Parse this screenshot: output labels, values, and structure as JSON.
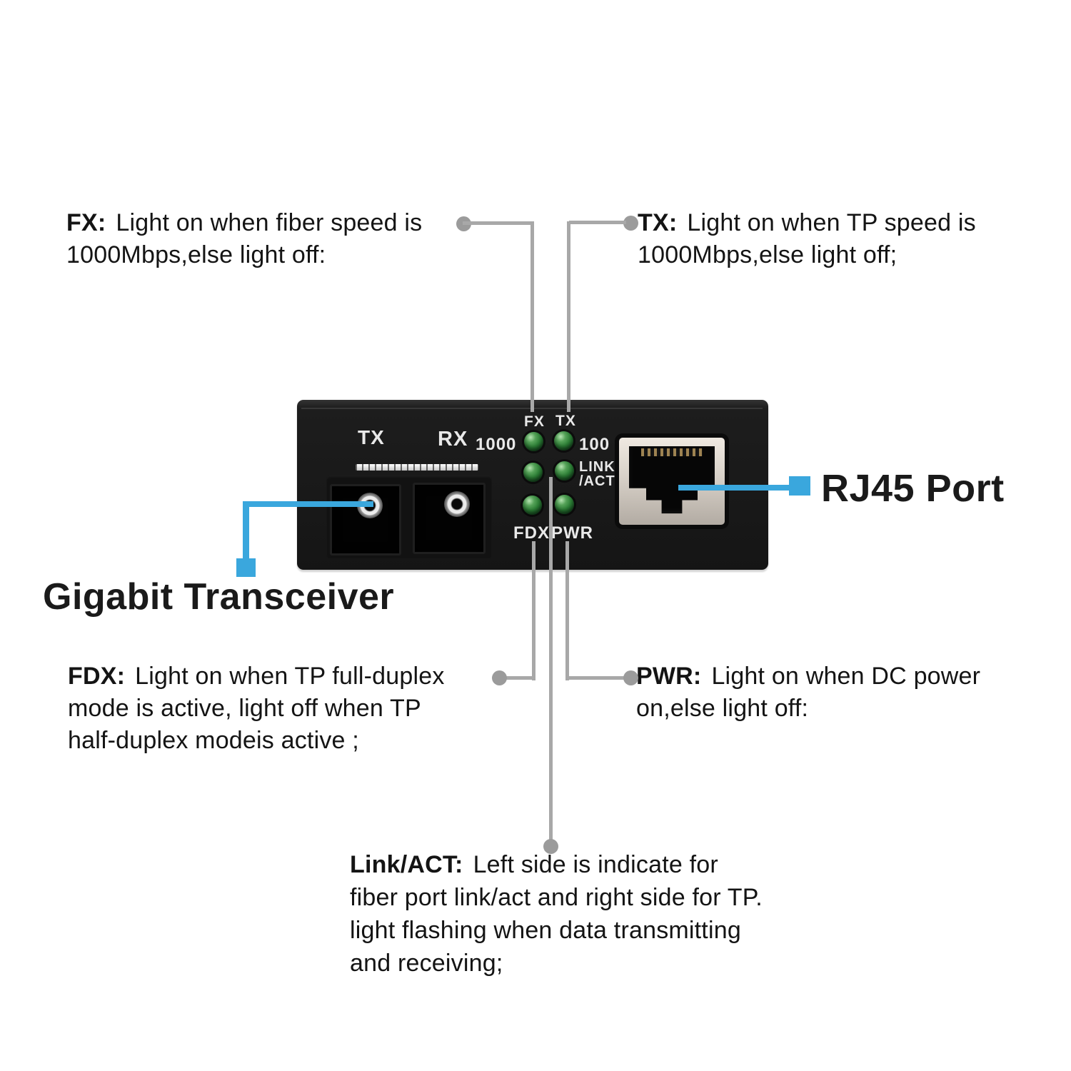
{
  "colors": {
    "accent_blue": "#3aa7dd",
    "connector_gray": "#a8a8a8",
    "led_green": "#2c7e35",
    "device_black": "#191919",
    "rj45_bezel_silver": "#d8d1c8"
  },
  "callouts": {
    "fx": {
      "label": "FX:",
      "lines": [
        "Light on when fiber speed is",
        "1000Mbps,else light off:"
      ]
    },
    "tx": {
      "label": "TX:",
      "lines": [
        "Light on when TP speed is",
        "1000Mbps,else light off;"
      ]
    },
    "fdx": {
      "label": "FDX:",
      "lines": [
        "Light on when TP full-duplex",
        "mode is active, light off when TP",
        "half-duplex modeis active ;"
      ]
    },
    "pwr": {
      "label": "PWR:",
      "lines": [
        "Light on when DC power",
        "on,else light off:"
      ]
    },
    "linkact": {
      "label": "Link/ACT:",
      "lines": [
        "Left side is indicate for",
        "fiber port link/act and right side for TP.",
        "light flashing when data transmitting",
        "and receiving;"
      ]
    }
  },
  "annotations": {
    "transceiver_label": "Gigabit Transceiver",
    "rj45_label": "RJ45 Port"
  },
  "device": {
    "fiber_tx_label": "TX",
    "fiber_rx_label": "RX",
    "speed_1000_label": "1000",
    "led_fx_label": "FX",
    "led_tx_label": "TX",
    "speed_100_label": "100",
    "led_link_label": "LINK",
    "led_act_label": "/ACT",
    "led_fdx_label": "FDX",
    "led_pwr_label": "PWR"
  }
}
